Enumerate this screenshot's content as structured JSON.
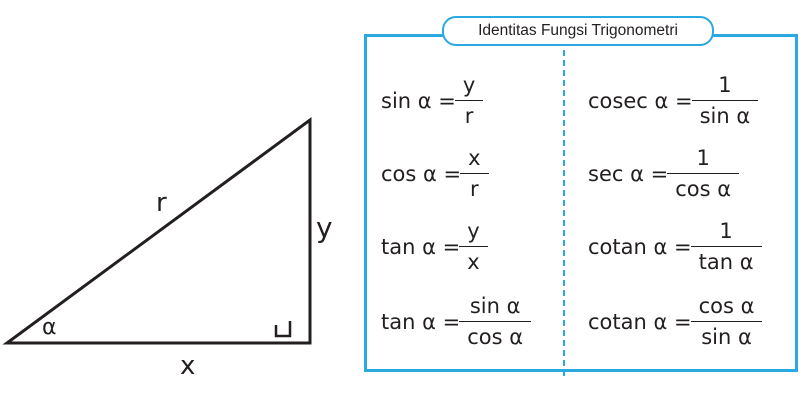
{
  "panel": {
    "title": "Identitas Fungsi Trigonometri",
    "accent_color": "#2aa9e0"
  },
  "triangle": {
    "hypotenuse_label": "r",
    "opposite_label": "y",
    "adjacent_label": "x",
    "angle_label": "α"
  },
  "formulas": {
    "left": [
      {
        "lhs": "sin α =",
        "num": "y",
        "den": "r"
      },
      {
        "lhs": "cos α =",
        "num": "x",
        "den": "r"
      },
      {
        "lhs": "tan α =",
        "num": "y",
        "den": "x"
      },
      {
        "lhs": "tan α =",
        "num": "sin α",
        "den": "cos α"
      }
    ],
    "right": [
      {
        "lhs": "cosec α =",
        "num": "1",
        "den": "sin α"
      },
      {
        "lhs": "sec α =",
        "num": "1",
        "den": "cos α"
      },
      {
        "lhs": "cotan α =",
        "num": "1",
        "den": "tan α"
      },
      {
        "lhs": "cotan α =",
        "num": "cos α",
        "den": "sin α"
      }
    ]
  }
}
